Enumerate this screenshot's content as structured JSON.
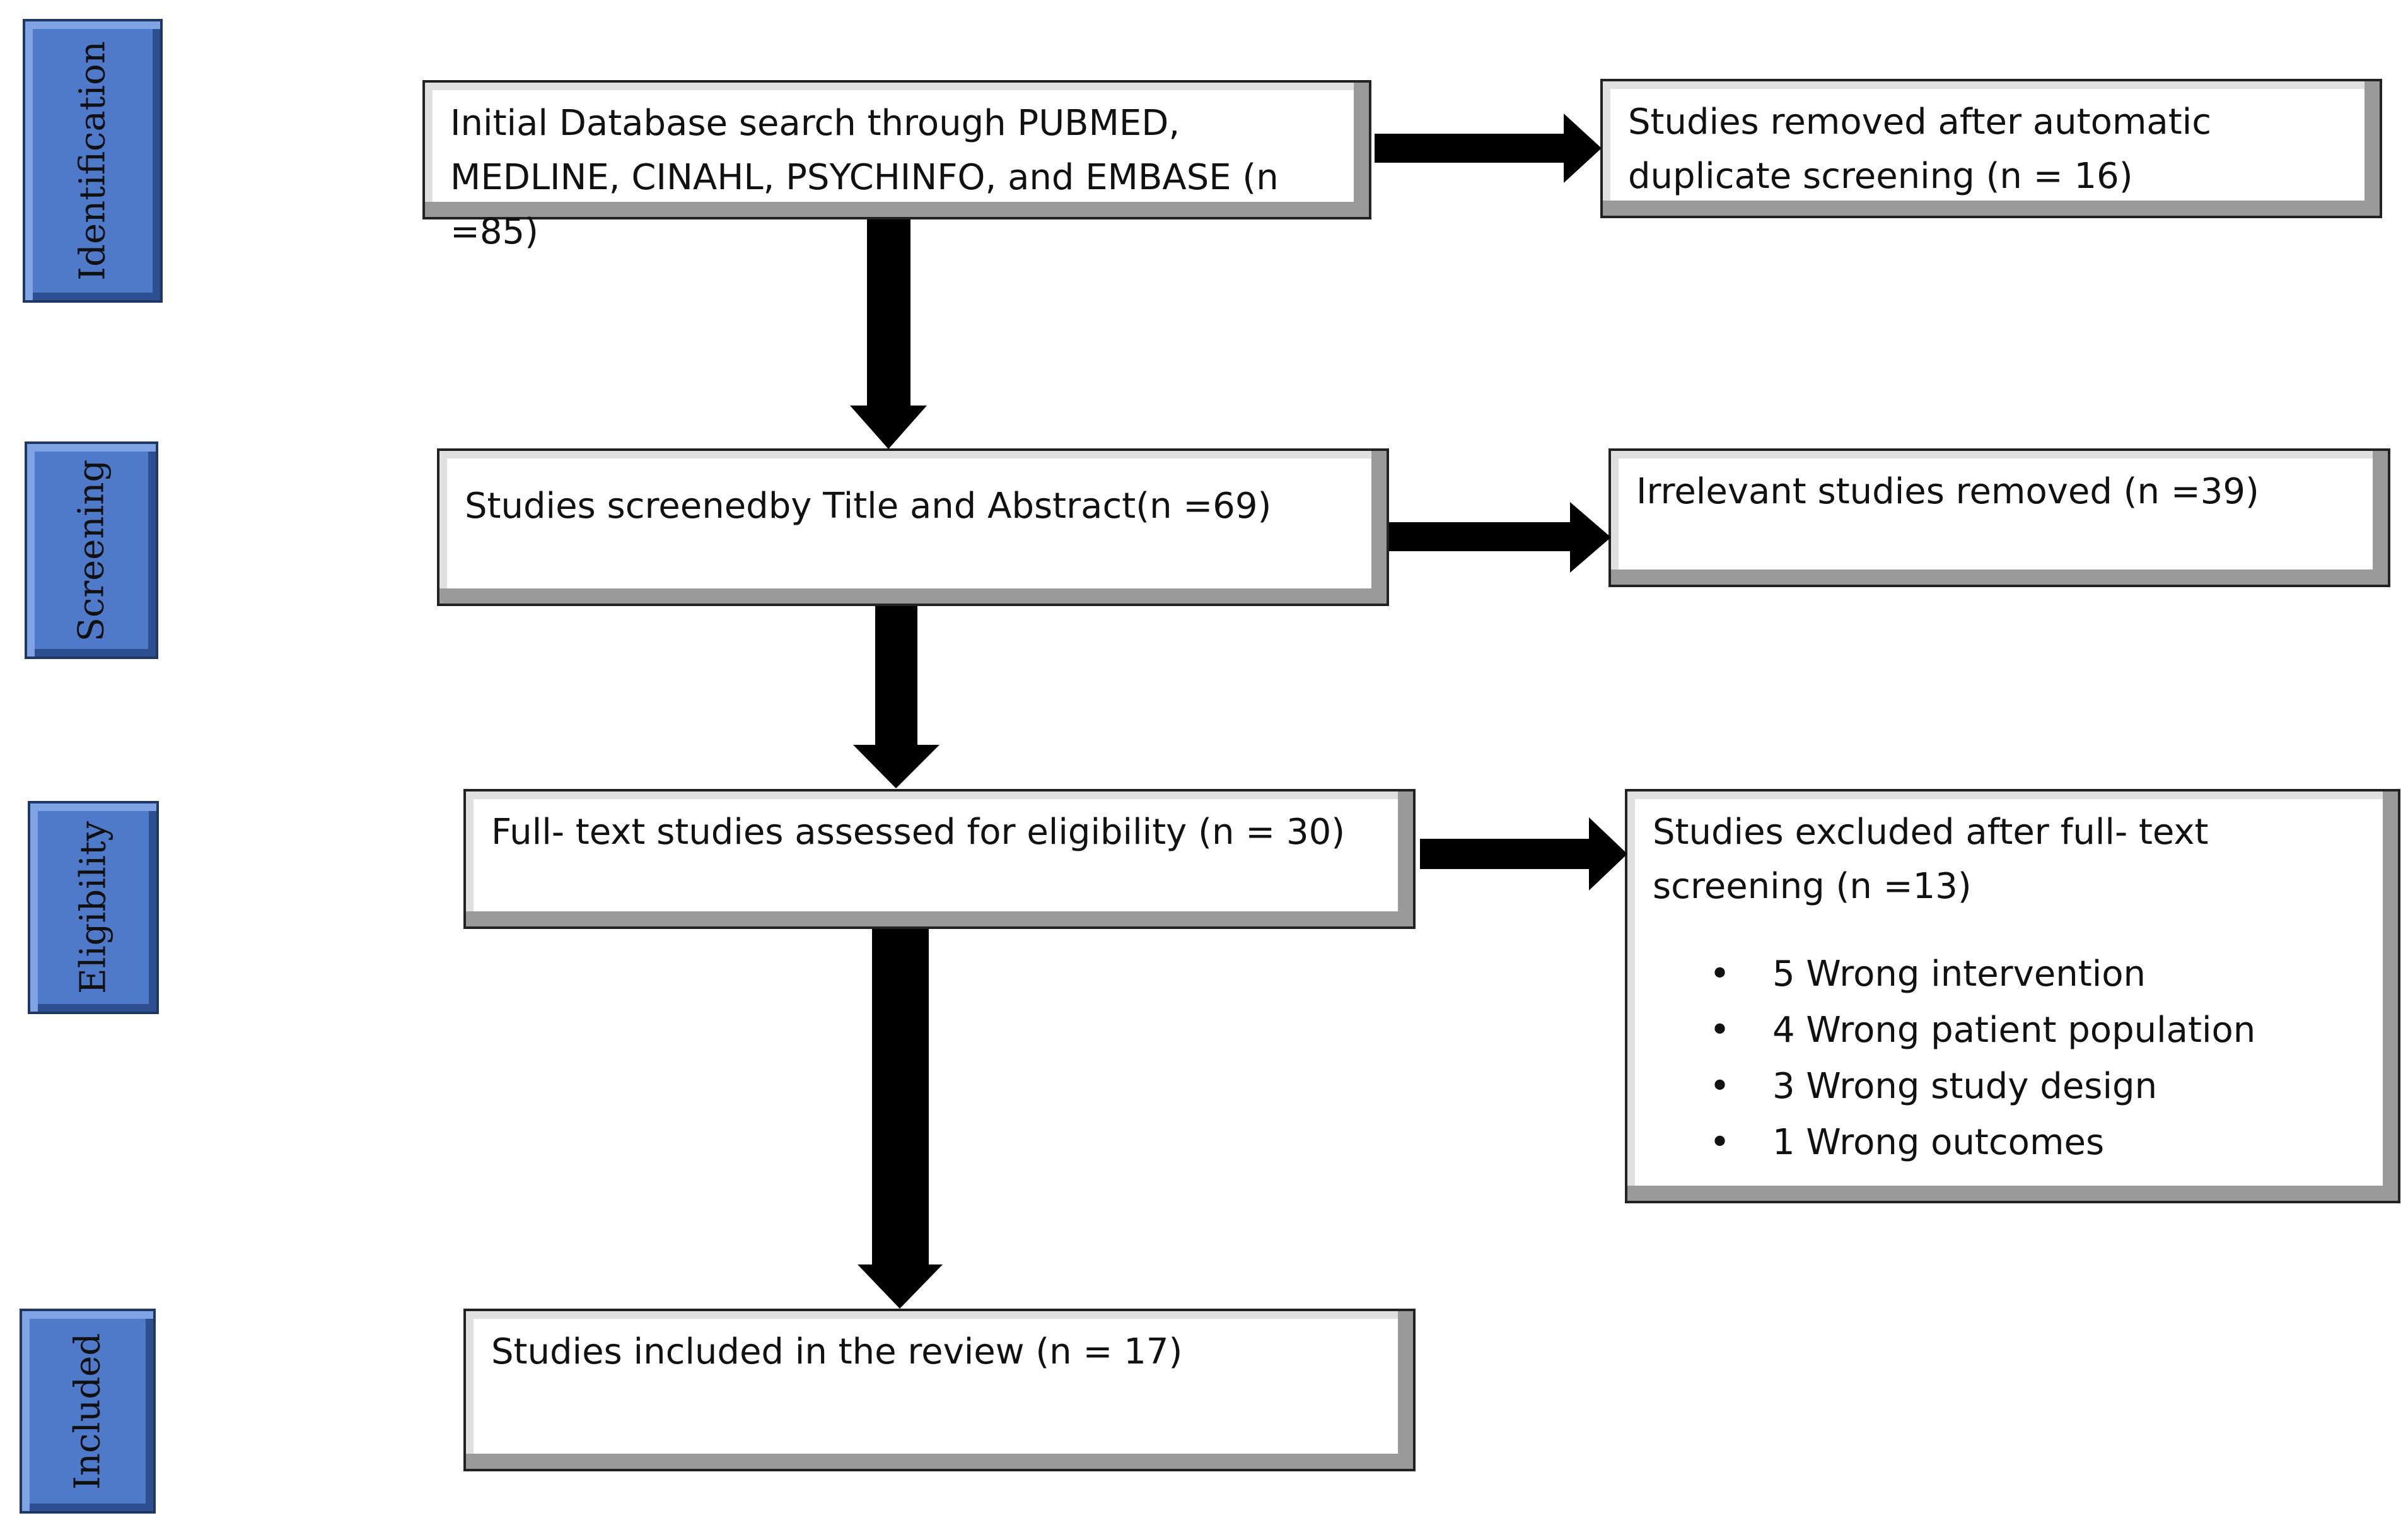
{
  "stages": [
    {
      "label": "Identification"
    },
    {
      "label": "Screening"
    },
    {
      "label": "Eligibility"
    },
    {
      "label": "Included"
    }
  ],
  "boxes": {
    "database_search": {
      "text": "Initial Database search through PUBMED, MEDLINE, CINAHL, PSYCHINFO, and EMBASE (n =85)"
    },
    "duplicates_removed": {
      "text": "Studies removed after automatic duplicate screening (n = 16)"
    },
    "title_abstract_screened": {
      "text": "Studies screenedby Title and Abstract(n =69)"
    },
    "irrelevant_removed": {
      "text": "Irrelevant studies removed (n =39)"
    },
    "full_text_assessed": {
      "text": "Full- text studies assessed for eligibility (n = 30)"
    },
    "full_text_excluded": {
      "text": "Studies excluded after full- text screening (n =13)",
      "bullet_symbol": "•",
      "reasons": [
        "5 Wrong intervention",
        "4 Wrong patient population",
        "3 Wrong study design",
        "1 Wrong outcomes"
      ]
    },
    "included": {
      "text": "Studies included in the review (n = 17)"
    }
  },
  "colors": {
    "stage_fill": "#4f79c9",
    "stage_border": "#1f3763",
    "arrow": "#000000",
    "box_bevel": "#9a9a9a"
  }
}
